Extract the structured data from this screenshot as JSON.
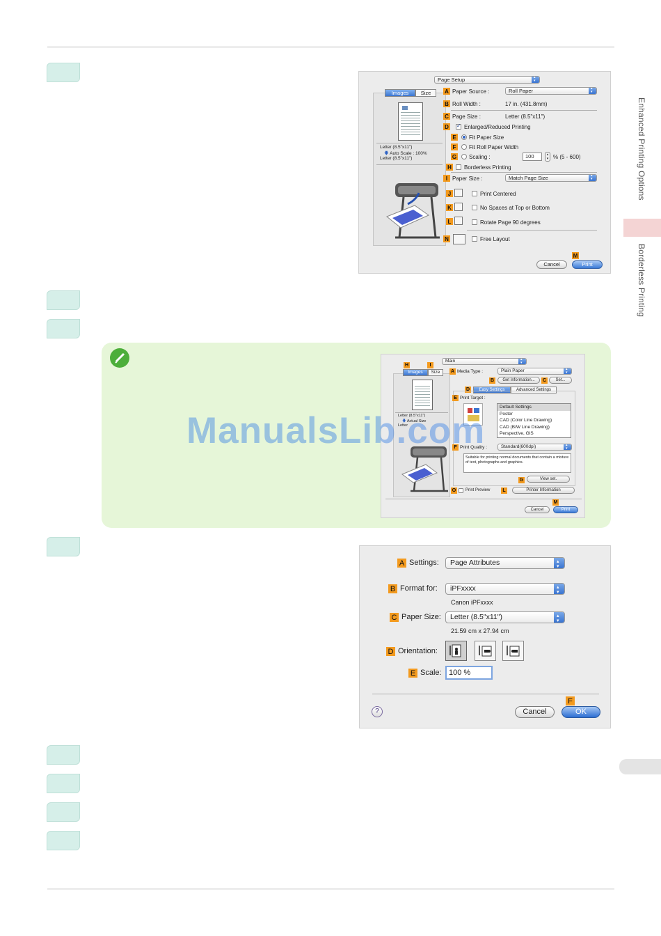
{
  "side": {
    "section_top": "Enhanced Printing Options",
    "section_sub": "Borderless Printing"
  },
  "page_setup_dialog": {
    "title_popup": "Page Setup",
    "tabs": [
      "Images",
      "Size"
    ],
    "labels": {
      "A": "A",
      "B": "B",
      "C": "C",
      "D": "D",
      "E": "E",
      "F": "F",
      "G": "G",
      "H": "H",
      "I": "I",
      "J": "J",
      "K": "K",
      "L": "L",
      "M": "M",
      "N": "N"
    },
    "paper_source_label": "Paper Source :",
    "paper_source_value": "Roll Paper",
    "roll_width_label": "Roll Width :",
    "roll_width_value": "17 in. (431.8mm)",
    "page_size_label": "Page Size :",
    "page_size_value": "Letter (8.5\"x11\")",
    "enlarged_reduced": "Enlarged/Reduced Printing",
    "fit_paper_size": "Fit Paper Size",
    "fit_roll_width": "Fit Roll Paper Width",
    "scaling_label": "Scaling :",
    "scaling_value": "100",
    "scaling_range": "% (5 - 600)",
    "borderless": "Borderless Printing",
    "paper_size_label": "Paper Size :",
    "paper_size_value": "Match Page Size",
    "print_centered": "Print Centered",
    "no_spaces": "No Spaces at Top or Bottom",
    "rotate_90": "Rotate Page 90 degrees",
    "free_layout": "Free Layout",
    "preview_line1": "Letter (8.5\"x11\")",
    "preview_line2": "Auto Scale : 100%",
    "preview_line3": "Letter (8.5\"x11\")",
    "cancel": "Cancel",
    "print": "Print"
  },
  "main_dialog": {
    "title_popup": "Main",
    "tabs": [
      "Images",
      "Size"
    ],
    "media_type_label": "Media Type :",
    "media_type_value": "Plain Paper",
    "get_info": "Get Information...",
    "set": "Set...",
    "easy_settings": "Easy Settings",
    "advanced_settings": "Advanced Settings",
    "print_target_label": "Print Target :",
    "print_targets": [
      "Default Settings",
      "Poster",
      "CAD (Color Line Drawing)",
      "CAD (B/W Line Drawing)",
      "Perspective, GIS"
    ],
    "print_quality_label": "Print Quality :",
    "print_quality_value": "Standard(600dpi)",
    "description": "Suitable for printing normal documents that contain a mixture of text, photographs and graphics.",
    "view_set": "View set.",
    "print_preview": "Print Preview",
    "printer_information": "Printer Information",
    "preview_line1": "Letter (8.5\"x11\")",
    "preview_line2": "Actual Size",
    "preview_line3": "Letter",
    "cancel": "Cancel",
    "print": "Print",
    "labels": {
      "H": "H",
      "I": "I",
      "A": "A",
      "B": "B",
      "C": "C",
      "D": "D",
      "E": "E",
      "F": "F",
      "G": "G",
      "O": "O",
      "L": "L",
      "M": "M"
    }
  },
  "page_attr_dialog": {
    "settings_label": "Settings:",
    "settings_value": "Page Attributes",
    "format_for_label": "Format for:",
    "format_for_value": "iPFxxxx",
    "format_for_sub": "Canon iPFxxxx",
    "paper_size_label": "Paper Size:",
    "paper_size_value": "Letter (8.5\"x11\")",
    "paper_size_sub": "21.59 cm x 27.94 cm",
    "orientation_label": "Orientation:",
    "scale_label": "Scale:",
    "scale_value": "100 %",
    "help": "?",
    "cancel": "Cancel",
    "ok": "OK",
    "labels": {
      "A": "A",
      "B": "B",
      "C": "C",
      "D": "D",
      "E": "E",
      "F": "F"
    }
  },
  "watermark": "ManualsLib.com",
  "colors": {
    "step_box": "#d6efe9",
    "label_orange": "#f39a1e",
    "note_bg": "#e6f6d8",
    "side_tab_pink": "#f4d4d4"
  }
}
